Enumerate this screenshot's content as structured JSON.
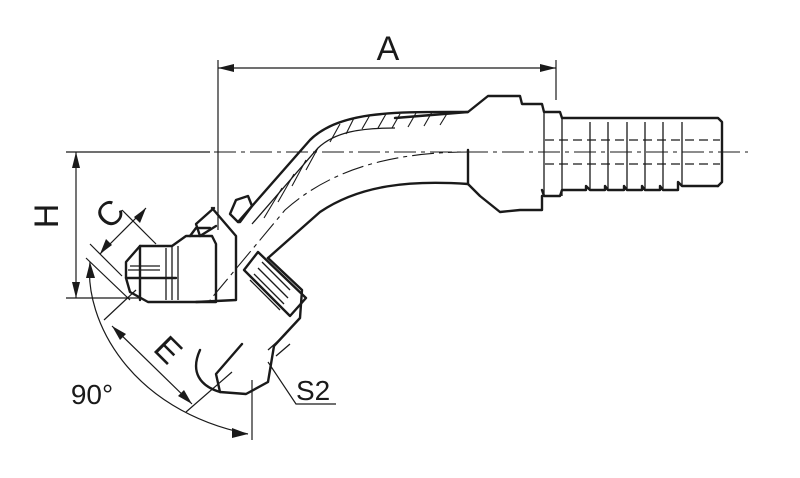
{
  "labels": {
    "A": "A",
    "H": "H",
    "C": "C",
    "E": "E",
    "S2": "S2",
    "angle": "90°"
  },
  "colors": {
    "line": "#1a1a1a",
    "background": "#ffffff"
  }
}
